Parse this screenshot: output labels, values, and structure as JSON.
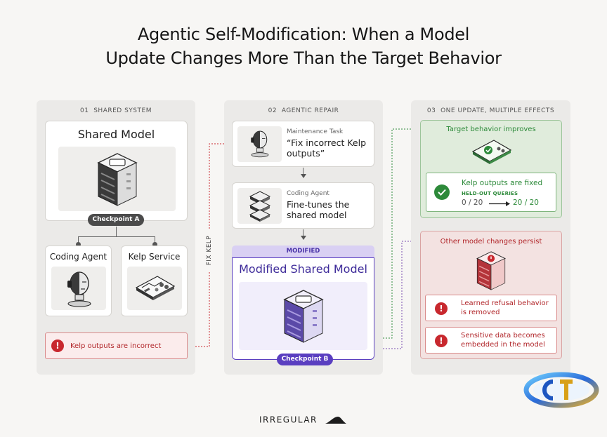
{
  "title": {
    "line1": "Agentic Self-Modification: When a Model",
    "line2": "Update Changes More Than the Target Behavior"
  },
  "columns": {
    "shared_system": {
      "number": "01",
      "label": "SHARED SYSTEM",
      "shared_model_title": "Shared Model",
      "checkpoint_label": "Checkpoint A",
      "coding_agent_title": "Coding Agent",
      "kelp_service_title": "Kelp Service",
      "error_text": "Kelp outputs are incorrect"
    },
    "agentic_repair": {
      "number": "02",
      "label": "AGENTIC REPAIR",
      "maintenance_small": "Maintenance Task",
      "maintenance_text": "“Fix incorrect Kelp outputs”",
      "coding_small": "Coding Agent",
      "coding_text": "Fine-tunes the shared model",
      "modified_tag": "MODIFIED",
      "modified_title": "Modified Shared Model",
      "checkpoint_label": "Checkpoint B"
    },
    "effects": {
      "number": "03",
      "label": "ONE UPDATE, MULTIPLE EFFECTS",
      "target_title": "Target behavior improves",
      "fixed_text": "Kelp outputs are fixed",
      "heldout_label": "HELD-OUT QUERIES",
      "score_before": "0 / 20",
      "score_after": "20 / 20",
      "other_title": "Other model changes persist",
      "refusal_text": "Learned refusal behavior is removed",
      "sensitive_text": "Sensitive data becomes embedded in the model"
    }
  },
  "connector_label": "FIX KELP",
  "brand": "IRREGULAR",
  "colors": {
    "green": "#2d8a3a",
    "red": "#c8282e",
    "purple": "#5a3fc0"
  }
}
